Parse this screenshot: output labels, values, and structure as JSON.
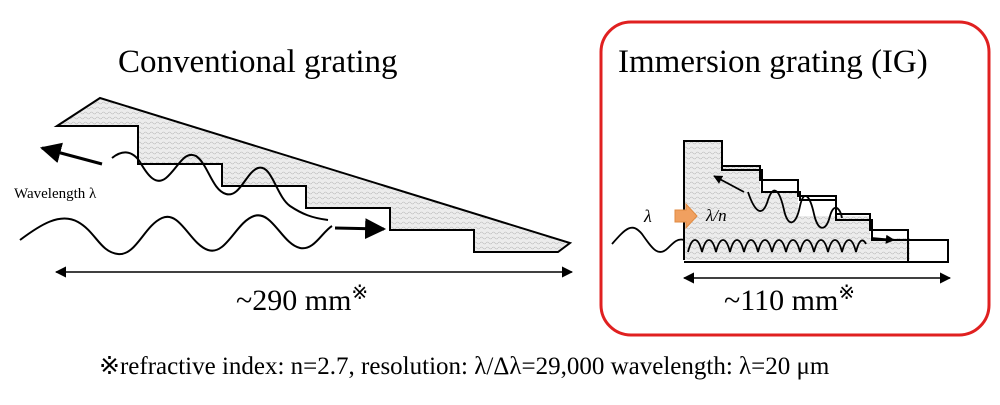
{
  "left": {
    "title": "Conventional grating",
    "wavelength_label": "Wavelength λ",
    "dimension": "~290 mm",
    "dimension_mark": "※"
  },
  "right": {
    "title": "Immersion grating (IG)",
    "lambda_label": "λ",
    "lambda_n_label": "λ/n",
    "dimension": "~110 mm",
    "dimension_mark": "※"
  },
  "footnote": "※refractive index: n=2.7,  resolution: λ/Δλ=29,000  wavelength: λ=20 μm",
  "colors": {
    "highlight_border": "#e02020",
    "input_arrow": "#f0a060",
    "grating_fill": "#e6e6e6"
  }
}
